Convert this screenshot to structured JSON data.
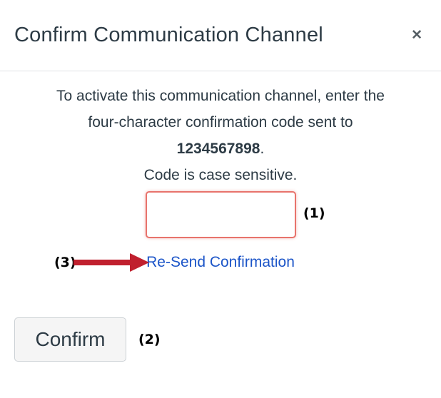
{
  "modal": {
    "title": "Confirm Communication Channel",
    "close_glyph": "✕"
  },
  "body": {
    "line1": "To activate this communication channel, enter the",
    "line2": "four-character confirmation code sent to",
    "phone": "1234567898",
    "phone_suffix": ".",
    "case_note": "Code is case sensitive.",
    "code_input": {
      "value": "",
      "placeholder": ""
    }
  },
  "link": {
    "resend_label": "Re-Send Confirmation"
  },
  "footer": {
    "confirm_label": "Confirm"
  },
  "annotations": {
    "one": "(1)",
    "two": "(2)",
    "three": "(3)"
  },
  "colors": {
    "title_text": "#2D3B45",
    "divider": "#DFE2E4",
    "input_border_red": "#E8736C",
    "annotation_black": "#000000",
    "arrow_red": "#C0202E",
    "link_blue": "#1C55C8",
    "button_bg": "#F5F5F5",
    "button_border": "#CCD1D5",
    "close_gray": "#555E64"
  }
}
